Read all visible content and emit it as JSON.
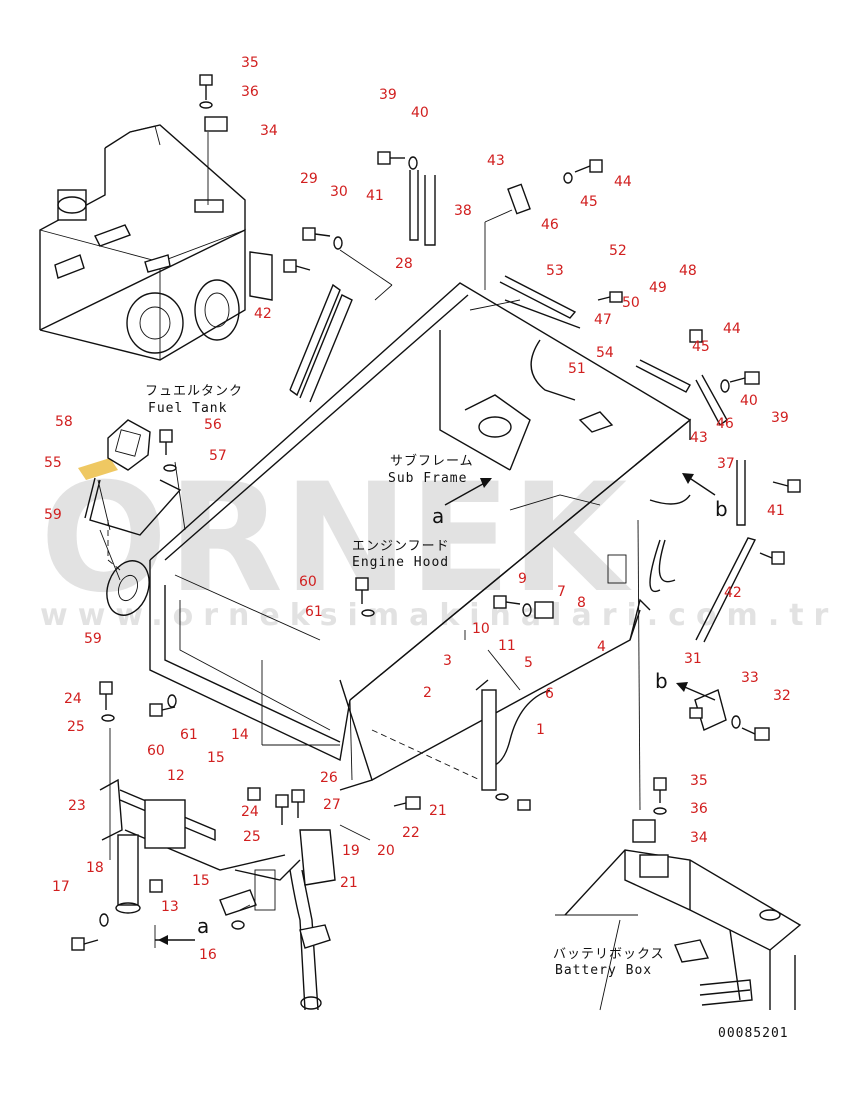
{
  "drawing": {
    "drawing_number": "00085201",
    "labels": {
      "fuel_tank_jp": "フュエルタンク",
      "fuel_tank_en": "Fuel Tank",
      "sub_frame_jp": "サブフレーム",
      "sub_frame_en": "Sub Frame",
      "engine_hood_jp": "エンジンフード",
      "engine_hood_en": "Engine Hood",
      "battery_box_jp": "バッテリボックス",
      "battery_box_en": "Battery Box"
    },
    "view_markers": {
      "a_top": "a",
      "b_right": "b",
      "b_lower": "b",
      "a_bottom": "a"
    },
    "part_callouts": [
      "35",
      "36",
      "34",
      "39",
      "40",
      "43",
      "44",
      "45",
      "46",
      "29",
      "30",
      "41",
      "38",
      "52",
      "48",
      "53",
      "50",
      "49",
      "28",
      "47",
      "54",
      "42",
      "51",
      "58",
      "56",
      "57",
      "55",
      "59",
      "37",
      "60",
      "61",
      "9",
      "7",
      "8",
      "10",
      "11",
      "4",
      "5",
      "3",
      "2",
      "6",
      "1",
      "24",
      "25",
      "14",
      "15",
      "12",
      "26",
      "27",
      "22",
      "21",
      "23",
      "18",
      "17",
      "13",
      "16",
      "20",
      "19",
      "31",
      "33",
      "32"
    ],
    "watermark": {
      "brand": "ORNEK",
      "site": "www.orneksimakinalari.com.tr"
    },
    "colors": {
      "callout": "#d11f1f",
      "line": "#111111",
      "watermark": "#9a9a9a",
      "accent": "#e8b020"
    }
  }
}
